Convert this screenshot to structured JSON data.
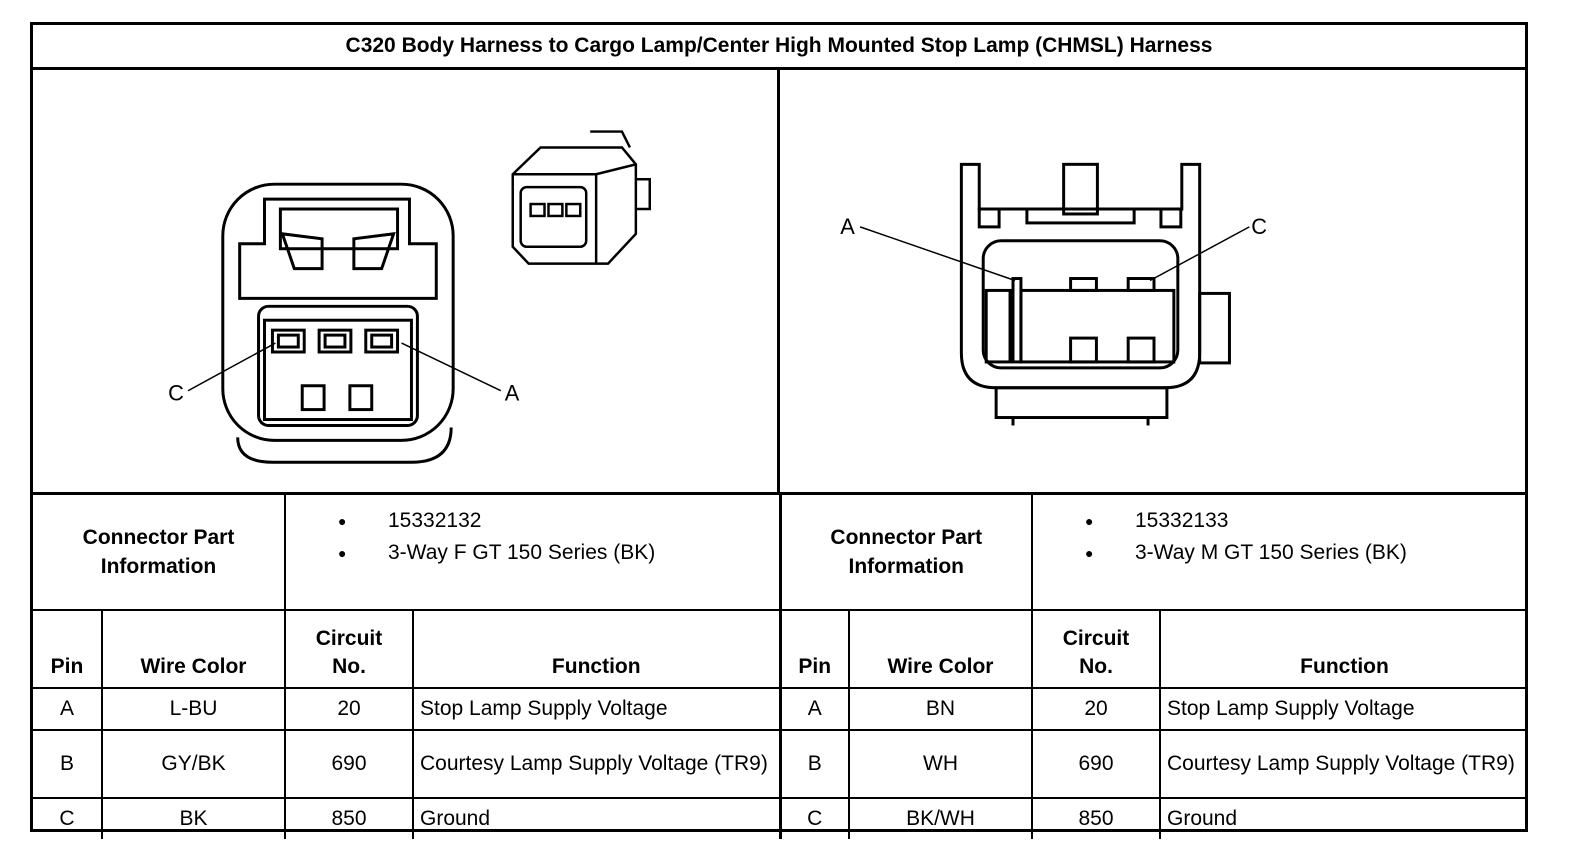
{
  "title": "C320 Body Harness to Cargo Lamp/Center High Mounted Stop Lamp (CHMSL) Harness",
  "left_drawing": {
    "labels": {
      "c": "C",
      "a": "A"
    }
  },
  "right_drawing": {
    "labels": {
      "a": "A",
      "c": "C"
    }
  },
  "left": {
    "cpi_label_line1": "Connector Part",
    "cpi_label_line2": "Information",
    "cpi_items": [
      "15332132",
      "3-Way F GT 150 Series (BK)"
    ],
    "headers": {
      "pin": "Pin",
      "wire_color": "Wire Color",
      "circuit_line1": "Circuit",
      "circuit_line2": "No.",
      "function": "Function"
    },
    "rows": [
      {
        "pin": "A",
        "wire_color": "L-BU",
        "circuit": "20",
        "function": "Stop Lamp Supply Voltage"
      },
      {
        "pin": "B",
        "wire_color": "GY/BK",
        "circuit": "690",
        "function": "Courtesy Lamp Supply Voltage (TR9)"
      },
      {
        "pin": "C",
        "wire_color": "BK",
        "circuit": "850",
        "function": "Ground"
      }
    ]
  },
  "right": {
    "cpi_label_line1": "Connector Part",
    "cpi_label_line2": "Information",
    "cpi_items": [
      "15332133",
      "3-Way M GT 150 Series (BK)"
    ],
    "headers": {
      "pin": "Pin",
      "wire_color": "Wire Color",
      "circuit_line1": "Circuit",
      "circuit_line2": "No.",
      "function": "Function"
    },
    "rows": [
      {
        "pin": "A",
        "wire_color": "BN",
        "circuit": "20",
        "function": "Stop Lamp Supply Voltage"
      },
      {
        "pin": "B",
        "wire_color": "WH",
        "circuit": "690",
        "function": "Courtesy Lamp Supply Voltage (TR9)"
      },
      {
        "pin": "C",
        "wire_color": "BK/WH",
        "circuit": "850",
        "function": "Ground"
      }
    ]
  }
}
